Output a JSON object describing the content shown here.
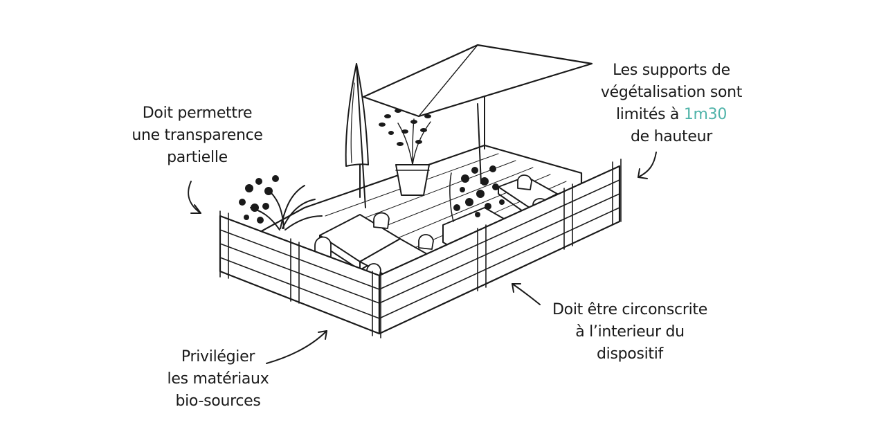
{
  "annotations": {
    "transparence": [
      "Doit permettre",
      "une transparence",
      "partielle"
    ],
    "supports": {
      "line1": "Les supports de",
      "line2": "végétalisation sont",
      "line3_prefix": "limités à ",
      "line3_highlight": "1m30",
      "line4": "de hauteur"
    },
    "circonscrite": [
      "Doit être circonscrite",
      "à l’interieur du",
      "dispositif"
    ],
    "materiaux": [
      "Privilégier",
      "les matériaux",
      "bio-sources"
    ]
  },
  "colors": {
    "ink": "#1a1a1a",
    "accent": "#4fb3a9",
    "background": "#ffffff"
  }
}
